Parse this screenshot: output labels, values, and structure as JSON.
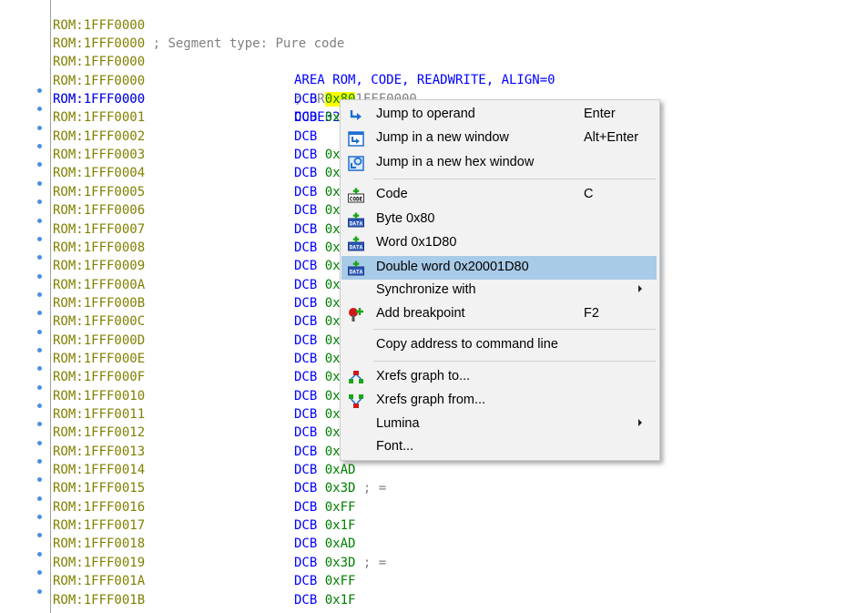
{
  "listing": {
    "header_rows": [
      {
        "addr": "ROM:1FFF0000",
        "text": "",
        "comment": ""
      },
      {
        "addr": "ROM:1FFF0000",
        "text": "",
        "comment": " ; Segment type: Pure code"
      },
      {
        "addr": "ROM:1FFF0000",
        "text": "AREA ROM, CODE, READWRITE, ALIGN=0",
        "comment": ""
      },
      {
        "addr": "ROM:1FFF0000",
        "text": "",
        "comment": "; ORG 0x1FFF0000"
      },
      {
        "addr": "ROM:1FFF0000",
        "text": "CODE32",
        "comment": ""
      }
    ],
    "data_rows": [
      {
        "addr": "ROM:1FFF0000",
        "mnemonic": "DCB",
        "operand": "0x80",
        "comment": ""
      },
      {
        "addr": "ROM:1FFF0001",
        "mnemonic": "DCB",
        "operand": "0x",
        "comment": ""
      },
      {
        "addr": "ROM:1FFF0002",
        "mnemonic": "DCB",
        "operand": "",
        "comment": ""
      },
      {
        "addr": "ROM:1FFF0003",
        "mnemonic": "DCB",
        "operand": "0x",
        "comment": ""
      },
      {
        "addr": "ROM:1FFF0004",
        "mnemonic": "DCB",
        "operand": "0x",
        "comment": ""
      },
      {
        "addr": "ROM:1FFF0005",
        "mnemonic": "DCB",
        "operand": "0x",
        "comment": ""
      },
      {
        "addr": "ROM:1FFF0006",
        "mnemonic": "DCB",
        "operand": "0x",
        "comment": ""
      },
      {
        "addr": "ROM:1FFF0007",
        "mnemonic": "DCB",
        "operand": "0x",
        "comment": ""
      },
      {
        "addr": "ROM:1FFF0008",
        "mnemonic": "DCB",
        "operand": "0x",
        "comment": ""
      },
      {
        "addr": "ROM:1FFF0009",
        "mnemonic": "DCB",
        "operand": "0x",
        "comment": ""
      },
      {
        "addr": "ROM:1FFF000A",
        "mnemonic": "DCB",
        "operand": "0x",
        "comment": ""
      },
      {
        "addr": "ROM:1FFF000B",
        "mnemonic": "DCB",
        "operand": "0x",
        "comment": ""
      },
      {
        "addr": "ROM:1FFF000C",
        "mnemonic": "DCB",
        "operand": "0x",
        "comment": ""
      },
      {
        "addr": "ROM:1FFF000D",
        "mnemonic": "DCB",
        "operand": "0x",
        "comment": ""
      },
      {
        "addr": "ROM:1FFF000E",
        "mnemonic": "DCB",
        "operand": "0x",
        "comment": ""
      },
      {
        "addr": "ROM:1FFF000F",
        "mnemonic": "DCB",
        "operand": "0x",
        "comment": ""
      },
      {
        "addr": "ROM:1FFF0010",
        "mnemonic": "DCB",
        "operand": "0x",
        "comment": ""
      },
      {
        "addr": "ROM:1FFF0011",
        "mnemonic": "DCB",
        "operand": "0x",
        "comment": ""
      },
      {
        "addr": "ROM:1FFF0012",
        "mnemonic": "DCB",
        "operand": "0x",
        "comment": ""
      },
      {
        "addr": "ROM:1FFF0013",
        "mnemonic": "DCB",
        "operand": "0x",
        "comment": ""
      },
      {
        "addr": "ROM:1FFF0014",
        "mnemonic": "DCB",
        "operand": "0xAD",
        "comment": ""
      },
      {
        "addr": "ROM:1FFF0015",
        "mnemonic": "DCB",
        "operand": "0x3D",
        "comment": " ; ="
      },
      {
        "addr": "ROM:1FFF0016",
        "mnemonic": "DCB",
        "operand": "0xFF",
        "comment": ""
      },
      {
        "addr": "ROM:1FFF0017",
        "mnemonic": "DCB",
        "operand": "0x1F",
        "comment": ""
      },
      {
        "addr": "ROM:1FFF0018",
        "mnemonic": "DCB",
        "operand": "0xAD",
        "comment": ""
      },
      {
        "addr": "ROM:1FFF0019",
        "mnemonic": "DCB",
        "operand": "0x3D",
        "comment": " ; ="
      },
      {
        "addr": "ROM:1FFF001A",
        "mnemonic": "DCB",
        "operand": "0xFF",
        "comment": ""
      },
      {
        "addr": "ROM:1FFF001B",
        "mnemonic": "DCB",
        "operand": "0x1F",
        "comment": ""
      }
    ]
  },
  "context_menu": {
    "items": [
      {
        "label": "Jump to operand",
        "shortcut": "Enter",
        "icon": "jump-arrow-icon"
      },
      {
        "label": "Jump in a new window",
        "shortcut": "Alt+Enter",
        "icon": "new-window-jump-icon"
      },
      {
        "label": "Jump in a new hex window",
        "shortcut": "",
        "icon": "hex-window-jump-icon"
      },
      {
        "label": "Code",
        "shortcut": "C",
        "icon": "code-plus-icon"
      },
      {
        "label": "Byte 0x80",
        "shortcut": "",
        "icon": "data-plus-icon"
      },
      {
        "label": "Word 0x1D80",
        "shortcut": "",
        "icon": "data-plus-icon"
      },
      {
        "label": "Double word 0x20001D80",
        "shortcut": "",
        "icon": "data-plus-icon",
        "highlighted": true
      },
      {
        "label": "Synchronize with",
        "shortcut": "",
        "icon": "",
        "submenu": true
      },
      {
        "label": "Add breakpoint",
        "shortcut": "F2",
        "icon": "breakpoint-icon"
      },
      {
        "label": "Copy address to command line",
        "shortcut": "",
        "icon": ""
      },
      {
        "label": "Xrefs graph to...",
        "shortcut": "",
        "icon": "xrefs-to-icon"
      },
      {
        "label": "Xrefs graph from...",
        "shortcut": "",
        "icon": "xrefs-from-icon"
      },
      {
        "label": "Lumina",
        "shortcut": "",
        "icon": "",
        "submenu": true
      },
      {
        "label": "Font...",
        "shortcut": "",
        "icon": ""
      }
    ]
  },
  "colors": {
    "address": "#808000",
    "current_address": "#0000ff",
    "mnemonic": "#0000ff",
    "operand": "#008000",
    "comment": "#808080",
    "highlight": "#ffff00",
    "menu_hover": "#a8cbe8"
  }
}
